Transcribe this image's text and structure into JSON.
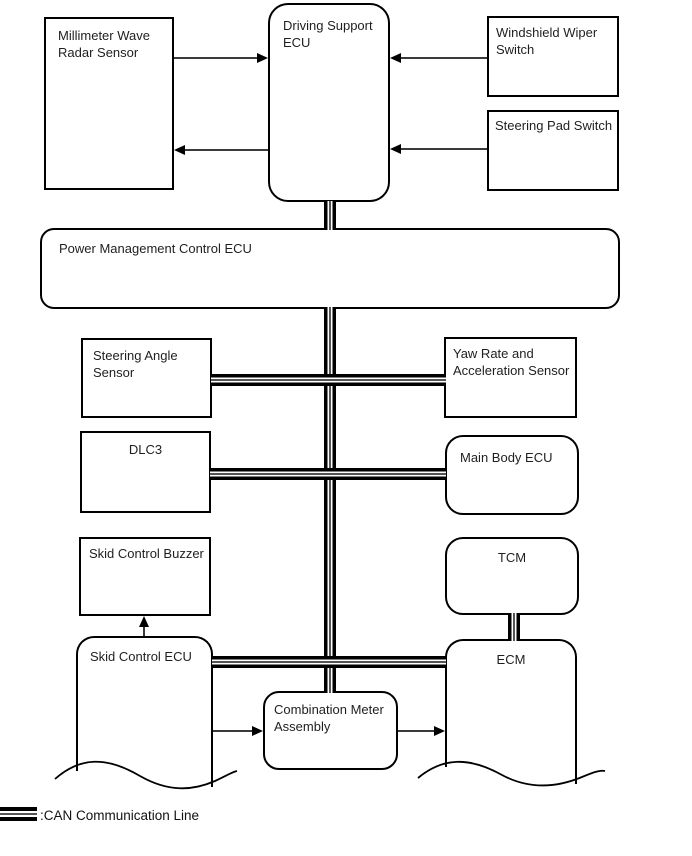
{
  "diagram": {
    "title_hint": "CAN communication system diagram",
    "nodes": {
      "radar": "Millimeter Wave Radar Sensor",
      "driving_support": "Driving Support ECU",
      "wiper": "Windshield Wiper Switch",
      "pad": "Steering Pad Switch",
      "pmc": "Power Management Control ECU",
      "sas": "Steering Angle Sensor",
      "yaw": "Yaw Rate and Acceleration Sensor",
      "dlc3": "DLC3",
      "main_body": "Main Body ECU",
      "buzzer": "Skid Control Buzzer",
      "tcm": "TCM",
      "skid": "Skid Control ECU",
      "meter": "Combination Meter Assembly",
      "ecm": "ECM"
    },
    "legend": {
      "label": ":CAN Communication Line"
    },
    "colors": {
      "background": "#ffffff",
      "box_border": "#000000",
      "text": "#1f1f1f",
      "arrow_line": "#3a3a3a",
      "arrow_head": "#000000",
      "can_outer": "#000000",
      "can_middle": "#555555"
    }
  }
}
